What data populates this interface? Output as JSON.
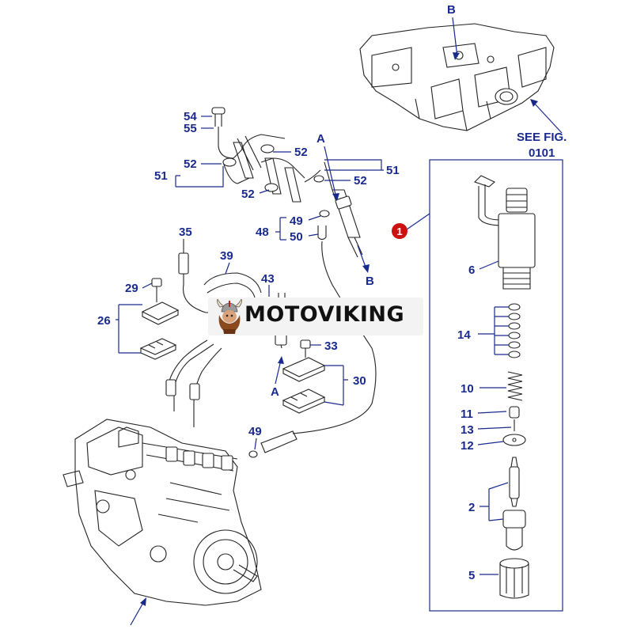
{
  "watermark": {
    "text": "MOTOVIKING",
    "logo_icon": "viking-head-icon"
  },
  "see_fig": {
    "line1": "SEE FIG.",
    "line2": "0101"
  },
  "callouts": {
    "c54": "54",
    "c55": "55",
    "c52a": "52",
    "c52b": "52",
    "c52c": "52",
    "c52d": "52",
    "c51a": "51",
    "c51b": "51",
    "c49a": "49",
    "c48": "48",
    "c50": "50",
    "c35": "35",
    "c39": "39",
    "c43": "43",
    "c29": "29",
    "c26": "26",
    "c33": "33",
    "c30": "30",
    "c49b": "49",
    "c6": "6",
    "c14": "14",
    "c10": "10",
    "c11": "11",
    "c13": "13",
    "c12": "12",
    "c2": "2",
    "c5": "5"
  },
  "refs": {
    "A1": "A",
    "A2": "A",
    "B1": "B",
    "B2": "B"
  },
  "marker": {
    "label": "1",
    "color": "#cc1111"
  },
  "colors": {
    "callout": "#1a2a8c",
    "marker": "#cc1111",
    "line_art": "#222222"
  }
}
